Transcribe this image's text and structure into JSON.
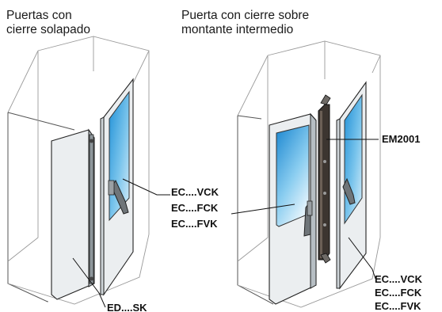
{
  "left_group": {
    "title_line1": "Puertas con",
    "title_line2": "cierre solapado",
    "label_ed": "ED....SK"
  },
  "right_group": {
    "title_line1": "Puerta con cierre sobre",
    "title_line2": "montante intermedio",
    "label_em": "EM2001",
    "labels_mid": [
      "EC....VCK",
      "EC....FCK",
      "EC....FVK"
    ],
    "labels_bottom": [
      "EC....VCK",
      "EC....FCK",
      "EC....FVK"
    ]
  }
}
